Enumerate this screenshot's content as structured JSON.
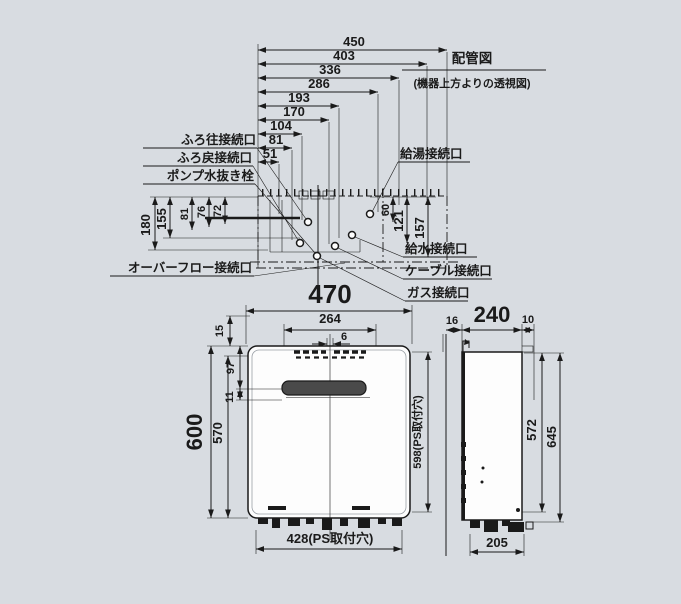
{
  "title": {
    "heading": "配管図",
    "subheading": "(機器上方よりの透視図)"
  },
  "piping": {
    "top_dims": [
      "450",
      "403",
      "336",
      "286",
      "193",
      "170",
      "104",
      "81",
      "51"
    ],
    "left_dims": [
      "180",
      "155",
      "81",
      "76",
      "72"
    ],
    "right_dims": [
      "60",
      "121",
      "157"
    ],
    "labels_left": {
      "bath_supply": "ふろ往接続口",
      "bath_return": "ふろ戻接続口",
      "pump_drain": "ポンプ水抜き栓",
      "overflow": "オーバーフロー接続口"
    },
    "labels_right": {
      "hot_water": "給湯接続口",
      "cold_water": "給水接続口",
      "cable": "ケーブル接続口",
      "gas": "ガス接続口"
    }
  },
  "front_view": {
    "width": "470",
    "grille_width": "264",
    "grille_offset": "6",
    "top_offset": "15",
    "d97": "97",
    "d11": "11",
    "height": "600",
    "d570": "570",
    "ps_vertical": "598(PS取付穴)",
    "ps_horizontal": "428(PS取付穴)"
  },
  "side_view": {
    "d16": "16",
    "depth": "240",
    "d10": "10",
    "d572": "572",
    "d645": "645",
    "d205": "205"
  },
  "colors": {
    "background": "#d8dce1",
    "ink": "#1a1a1a"
  }
}
